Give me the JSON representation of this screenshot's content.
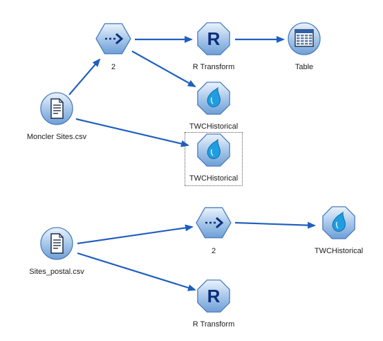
{
  "canvas": {
    "nodes": [
      {
        "id": "n_select1",
        "kind": "select",
        "label": "2",
        "icon": "select-arrow-icon"
      },
      {
        "id": "n_rtrans1",
        "kind": "rtransform",
        "label": "R Transform",
        "icon": "r-letter-icon"
      },
      {
        "id": "n_table",
        "kind": "table",
        "label": "Table",
        "icon": "table-grid-icon"
      },
      {
        "id": "n_moncler",
        "kind": "source",
        "label": "Moncler Sites.csv",
        "icon": "document-icon"
      },
      {
        "id": "n_twc1",
        "kind": "twc",
        "label": "TWCHistorical",
        "icon": "water-drop-icon"
      },
      {
        "id": "n_twc2",
        "kind": "twc",
        "label": "TWCHistorical",
        "icon": "water-drop-icon",
        "selected": true
      },
      {
        "id": "n_postal",
        "kind": "source",
        "label": "Sites_postal.csv",
        "icon": "document-icon"
      },
      {
        "id": "n_select2",
        "kind": "select",
        "label": "2",
        "icon": "select-arrow-icon"
      },
      {
        "id": "n_twc3",
        "kind": "twc",
        "label": "TWCHistorical",
        "icon": "water-drop-icon"
      },
      {
        "id": "n_rtrans2",
        "kind": "rtransform",
        "label": "R Transform",
        "icon": "r-letter-icon"
      }
    ],
    "links": [
      {
        "from": "n_select1",
        "to": "n_rtrans1"
      },
      {
        "from": "n_rtrans1",
        "to": "n_table"
      },
      {
        "from": "n_select1",
        "to": "n_twc1"
      },
      {
        "from": "n_moncler",
        "to": "n_select1"
      },
      {
        "from": "n_moncler",
        "to": "n_twc2"
      },
      {
        "from": "n_postal",
        "to": "n_select2"
      },
      {
        "from": "n_select2",
        "to": "n_twc3"
      },
      {
        "from": "n_postal",
        "to": "n_rtrans2"
      }
    ]
  }
}
